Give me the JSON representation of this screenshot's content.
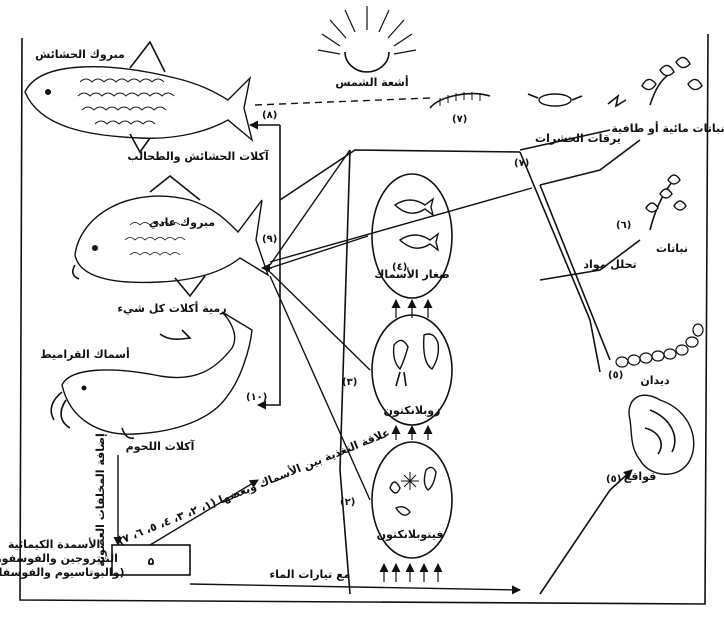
{
  "labels": {
    "sun": "أشعة الشمس",
    "grass_carp": "مبروك الحشائش",
    "grass_carp_food": "آكلات الحشائش والطحالب",
    "common_carp": "مبروك عادي",
    "common_carp_food": "رمية أكلات كل شيء",
    "catfish": "أسماك القراميط",
    "catfish_food": "آكلات اللحوم",
    "larvae": "يرقات الحشرات",
    "aquatic_plants": "نباتات مائية أو طافية",
    "plants": "نباتات",
    "decay": "تحلل مواد",
    "small_fish": "صغار الأسماك",
    "zooplankton": "زوبلانكتون",
    "phytoplankton": "فيتوبلانكتون",
    "worms": "ديدان",
    "snails": "قواقع",
    "fertilizers": "الأسمدة الكيمائية (النيتروجين والفوسفور والبوتاسيوم والفوسفات)",
    "water_flow": "مع تيارات الماء",
    "organic_manure": "إضافة المخلفات العضوية",
    "relation_note": "علاقة التغذية بين الأسماك وبعضها (١، ٢، ٣، ٤، ٥، ٦، ٧)"
  },
  "numbers": {
    "n8": "(٨)",
    "n9": "(٩)",
    "n10": "(١٠)",
    "n7a": "(٧)",
    "n7b": "(٧)",
    "n6": "(٦)",
    "n5a": "(٥)",
    "n5b": "(٥)",
    "n4": "(٤)",
    "n3": "(٣)",
    "n2": "(٢)"
  }
}
